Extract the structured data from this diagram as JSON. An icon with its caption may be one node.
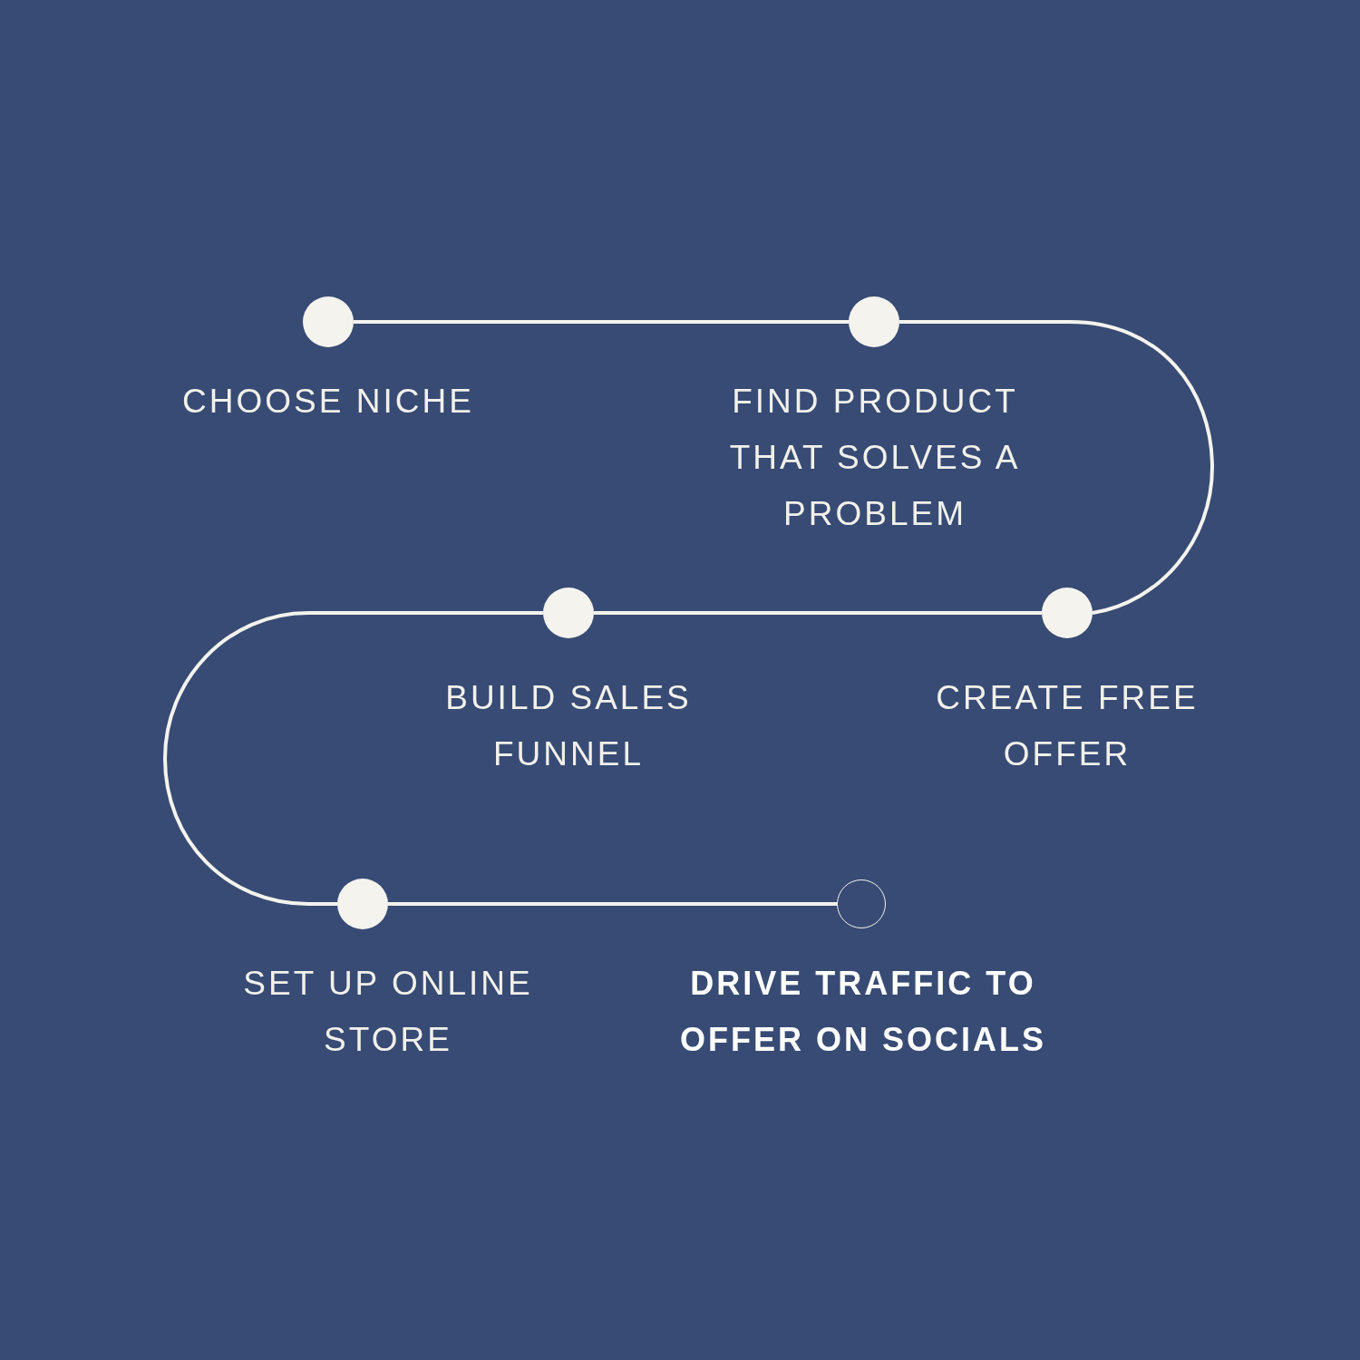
{
  "diagram": {
    "nodes": [
      {
        "text": [],
        "shape": "circle",
        "beside": [
          "CHOOSE NICHE"
        ]
      },
      {
        "text": [],
        "shape": "circle",
        "beside": [
          "FIND PRODUCT THAT SOLVES A PROBLEM"
        ]
      },
      {
        "text": [],
        "shape": "circle",
        "beside": [
          "CREATE FREE OFFER"
        ]
      },
      {
        "text": [],
        "shape": "circle",
        "beside": [
          "BUILD SALES FUNNEL"
        ]
      },
      {
        "text": [],
        "shape": "circle",
        "beside": [
          "SET UP ONLINE STORE"
        ]
      },
      {
        "text": [],
        "shape": "circle",
        "beside": [
          "DRIVE TRAFFIC TO OFFER ON SOCIALS"
        ]
      }
    ],
    "edges": [
      {
        "from": 0,
        "to": 1,
        "arrow": "none"
      },
      {
        "from": 1,
        "to": 2,
        "arrow": "none"
      },
      {
        "from": 2,
        "to": 3,
        "arrow": "none"
      },
      {
        "from": 3,
        "to": 4,
        "arrow": "none"
      },
      {
        "from": 4,
        "to": 5,
        "arrow": "none"
      }
    ]
  }
}
